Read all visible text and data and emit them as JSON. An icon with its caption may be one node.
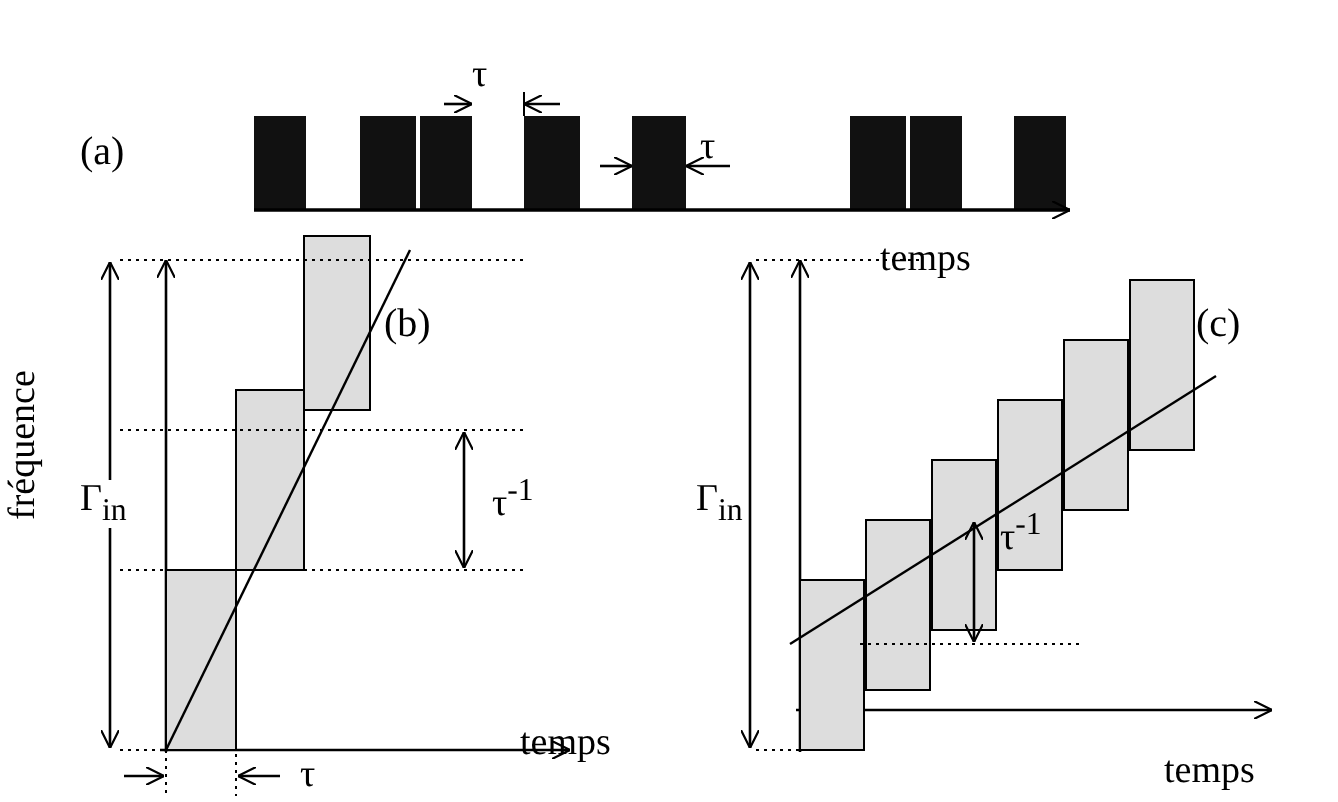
{
  "diagram": {
    "labels": [
      "τ",
      "(a)",
      "τ",
      "temps",
      "(b)",
      "(c)",
      "fréquence",
      "Γ$_{in}$",
      "τ$^{-1}$",
      "Γ$_{in}$",
      "τ$^{-1}$",
      "temps",
      "temps",
      "τ"
    ]
  }
}
